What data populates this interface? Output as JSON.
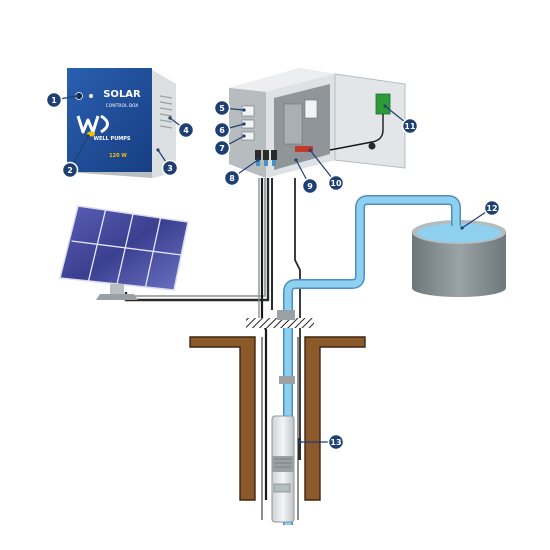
{
  "control_box": {
    "brand_line1": "SOLAR",
    "brand_line2": "CONTROL BOX",
    "logo_text": "WELL PUMPS",
    "rating": "120 W"
  },
  "callouts": [
    "1",
    "2",
    "3",
    "4",
    "5",
    "6",
    "7",
    "8",
    "9",
    "10",
    "11",
    "12",
    "13"
  ],
  "colors": {
    "box_blue": "#1f4d9c",
    "water": "#8fd0ef",
    "pipe_edge": "#4a8fc4",
    "tank": "#7f8a8c",
    "soil": "#8b5a2b",
    "cabinet": "#d9dcde",
    "solar_panel": "#3b3f8f",
    "badge": "#1e3f73",
    "relay_green": "#2e9a3a"
  }
}
